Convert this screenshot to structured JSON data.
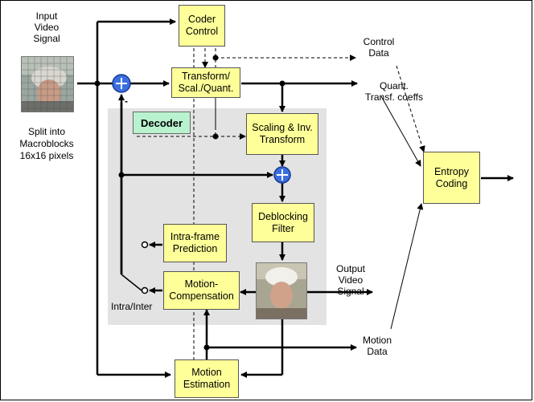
{
  "blocks": {
    "coder_control": "Coder\nControl",
    "transform_quant": "Transform/\nScal./Quant.",
    "scaling_inv_transform": "Scaling & Inv.\nTransform",
    "deblocking_filter": "Deblocking\nFilter",
    "intra_frame_prediction": "Intra-frame\nPrediction",
    "motion_compensation": "Motion-\nCompensation",
    "motion_estimation": "Motion\nEstimation",
    "entropy_coding": "Entropy\nCoding"
  },
  "decoder_label": "Decoder",
  "labels": {
    "input_video_signal": "Input\nVideo\nSignal",
    "split_macroblocks": "Split into\nMacroblocks\n16x16 pixels",
    "control_data": "Control\nData",
    "quant_transf_coeffs": "Quant.\nTransf. coeffs",
    "output_video_signal": "Output\nVideo\nSignal",
    "motion_data": "Motion\nData",
    "intra_inter": "Intra/Inter",
    "minus_sign": "-"
  },
  "colors": {
    "block_fill": "#ffff99",
    "decoder_fill": "#b9f2cf",
    "decoder_region": "#e3e3e3",
    "adder_fill": "#3a6fe0"
  }
}
